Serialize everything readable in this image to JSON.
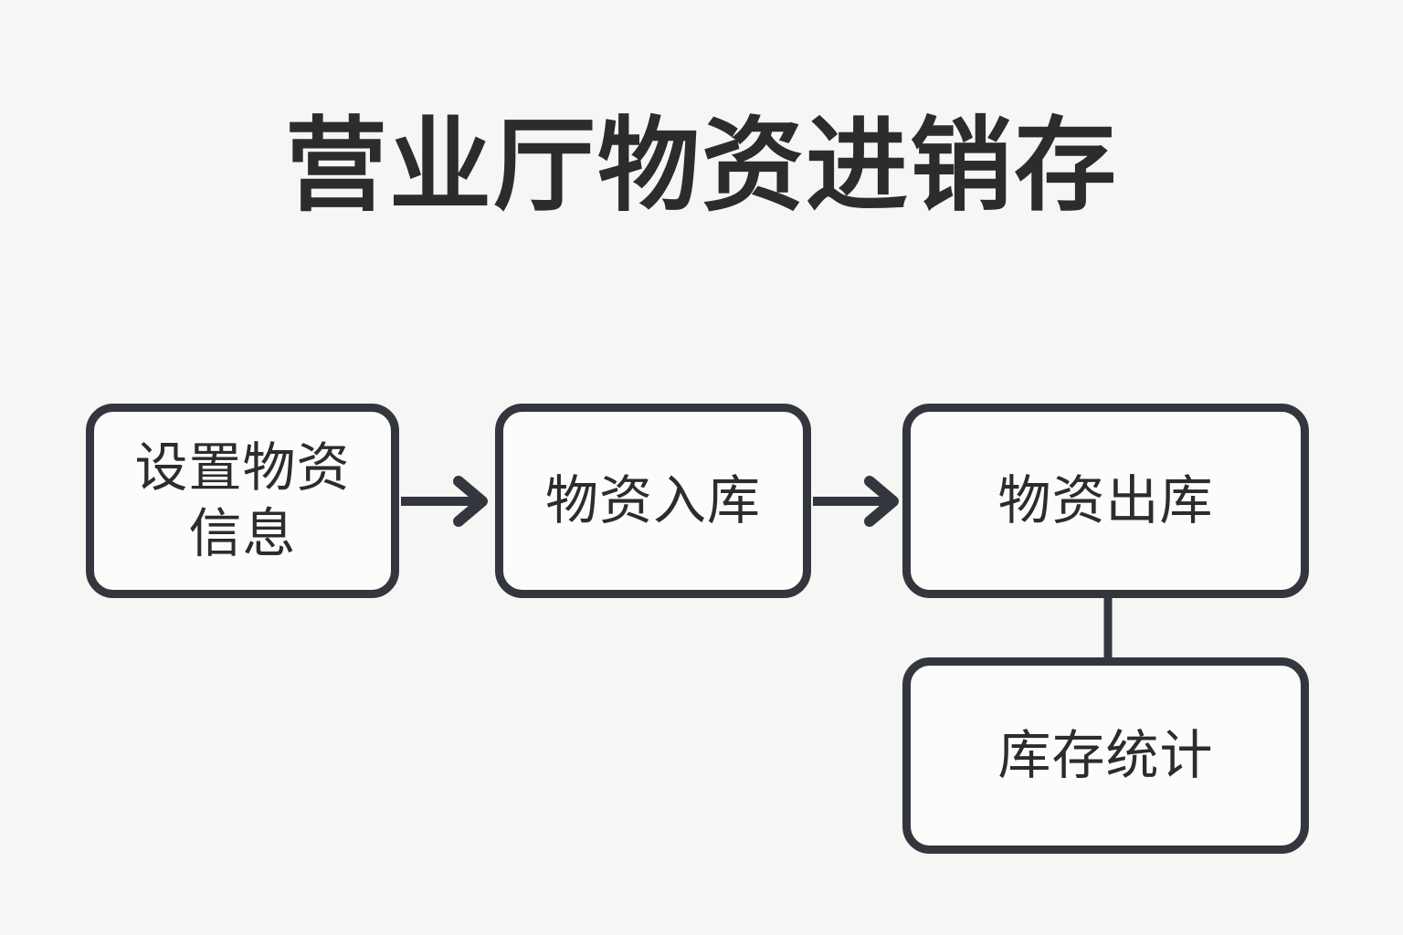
{
  "title": "营业厅物资进销存",
  "colors": {
    "background": "#f6f6f4",
    "node_fill": "#fcfcfb",
    "node_border": "#33373d",
    "connector": "#33373d",
    "text": "#2b2c2e"
  },
  "diagram": {
    "type": "flowchart",
    "nodes": [
      {
        "id": "setup-material-info",
        "lines": [
          "设置物资",
          "信息"
        ]
      },
      {
        "id": "material-inbound",
        "lines": [
          "物资入库"
        ]
      },
      {
        "id": "material-outbound",
        "lines": [
          "物资出库"
        ]
      },
      {
        "id": "inventory-statistics",
        "lines": [
          "库存统计"
        ]
      }
    ],
    "edges": [
      {
        "from": "setup-material-info",
        "to": "material-inbound",
        "type": "arrow"
      },
      {
        "from": "material-inbound",
        "to": "material-outbound",
        "type": "arrow"
      },
      {
        "from": "material-outbound",
        "to": "inventory-statistics",
        "type": "line"
      }
    ]
  }
}
